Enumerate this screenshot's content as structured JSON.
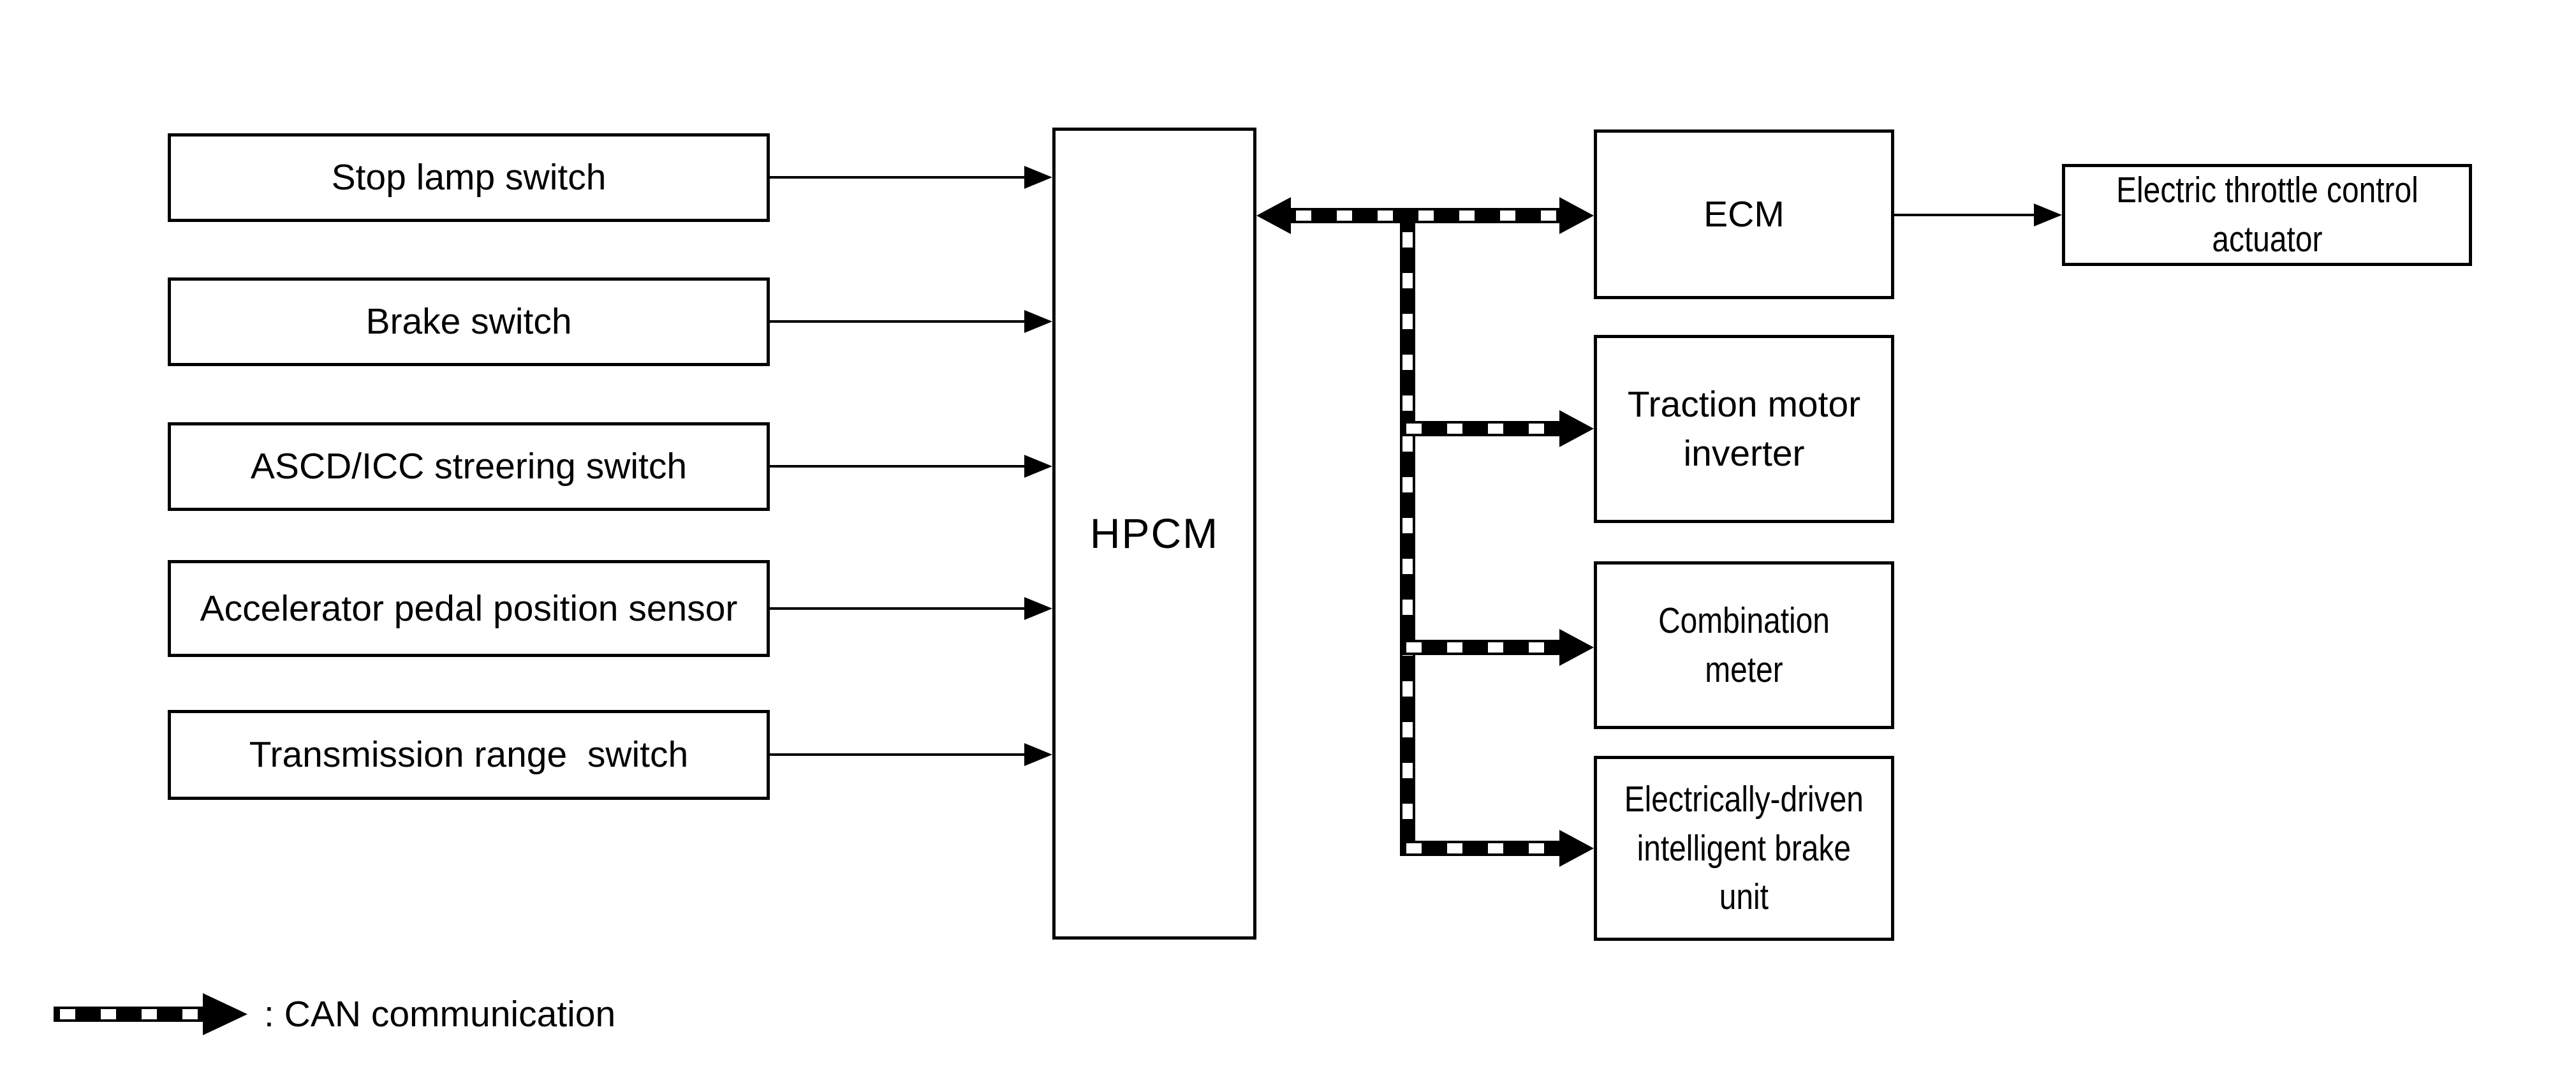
{
  "colors": {
    "background": "#ffffff",
    "line": "#000000",
    "box_fill": "#ffffff"
  },
  "nodes": {
    "stop_lamp_switch": "Stop lamp switch",
    "brake_switch": "Brake switch",
    "ascd_icc_steering_switch": "ASCD/ICC streering switch",
    "accelerator_pedal_position_sensor": "Accelerator pedal position sensor",
    "transmission_range_switch": "Transmission range  switch",
    "hpcm": "HPCM",
    "ecm": "ECM",
    "traction_motor_inverter": "Traction motor\ninverter",
    "combination_meter": "Combination meter",
    "electric_brake_unit": "Electrically-driven\nintelligent brake\nunit",
    "electric_throttle_control_actuator": "Electric throttle control\nactuator"
  },
  "edges": [
    {
      "from": "Stop lamp switch",
      "to": "HPCM",
      "type": "signal"
    },
    {
      "from": "Brake switch",
      "to": "HPCM",
      "type": "signal"
    },
    {
      "from": "ASCD/ICC streering switch",
      "to": "HPCM",
      "type": "signal"
    },
    {
      "from": "Accelerator pedal position sensor",
      "to": "HPCM",
      "type": "signal"
    },
    {
      "from": "Transmission range  switch",
      "to": "HPCM",
      "type": "signal"
    },
    {
      "from": "HPCM",
      "to": "ECM",
      "type": "can",
      "bidirectional": true
    },
    {
      "from": "HPCM",
      "to": "Traction motor inverter",
      "type": "can"
    },
    {
      "from": "HPCM",
      "to": "Combination meter",
      "type": "can"
    },
    {
      "from": "HPCM",
      "to": "Electrically-driven intelligent brake unit",
      "type": "can"
    },
    {
      "from": "ECM",
      "to": "Electric throttle control actuator",
      "type": "signal"
    }
  ],
  "legend": {
    "label": ": CAN communication"
  }
}
